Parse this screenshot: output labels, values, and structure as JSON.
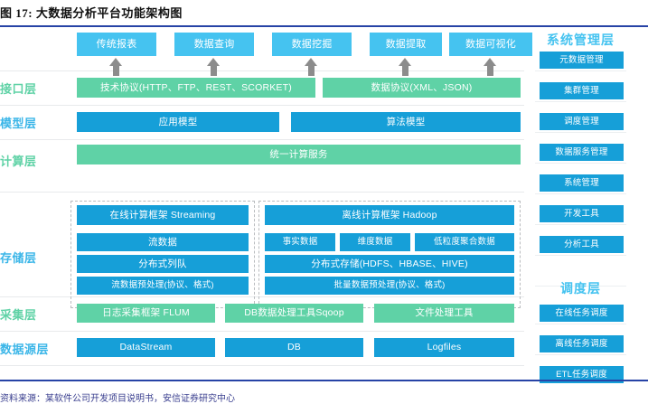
{
  "figure": {
    "title": "图 17: 大数据分析平台功能架构图",
    "caption": "资料来源：某软件公司开发项目说明书，安信证券研究中心"
  },
  "colors": {
    "sky": "#45c3f0",
    "green": "#5fd2a6",
    "blue": "#169fd8",
    "arrow": "#8c8c8c",
    "title": "#111111",
    "caption": "#3a3f8f",
    "border": "#2743a6"
  },
  "application_row": {
    "items": [
      {
        "label": "传统报表"
      },
      {
        "label": "数据查询"
      },
      {
        "label": "数据挖掘"
      },
      {
        "label": "数据提取"
      },
      {
        "label": "数据可视化"
      }
    ]
  },
  "layers": [
    {
      "name": "接口层",
      "color": "green",
      "boxes": [
        {
          "label": "技术协议(HTTP、FTP、REST、SCORKET)"
        },
        {
          "label": "数据协议(XML、JSON)"
        }
      ]
    },
    {
      "name": "模型层",
      "color": "blue",
      "boxes": [
        {
          "label": "应用模型"
        },
        {
          "label": "算法模型"
        }
      ]
    },
    {
      "name": "计算层",
      "color": "green",
      "boxes": [
        {
          "label": "统一计算服务"
        },
        {
          "label": "在线计算框架 Streaming"
        },
        {
          "label": "离线计算框架 Hadoop"
        }
      ]
    },
    {
      "name": "存储层",
      "color": "blue",
      "boxes": [
        {
          "label": "流数据"
        },
        {
          "label": "分布式列队"
        },
        {
          "label": "流数据预处理(协议、格式)"
        },
        {
          "label": "事实数据"
        },
        {
          "label": "维度数据"
        },
        {
          "label": "低粒度聚合数据"
        },
        {
          "label": "分布式存储(HDFS、HBASE、HIVE)"
        },
        {
          "label": "批量数据预处理(协议、格式)"
        }
      ]
    },
    {
      "name": "采集层",
      "color": "green",
      "boxes": [
        {
          "label": "日志采集框架 FLUM"
        },
        {
          "label": "DB数据处理工具Sqoop"
        },
        {
          "label": "文件处理工具"
        }
      ]
    },
    {
      "name": "数据源层",
      "color": "blue",
      "boxes": [
        {
          "label": "DataStream"
        },
        {
          "label": "DB"
        },
        {
          "label": "Logfiles"
        }
      ]
    }
  ],
  "right_columns": [
    {
      "header": "系统管理层",
      "items": [
        {
          "label": "元数据管理"
        },
        {
          "label": "集群管理"
        },
        {
          "label": "调度管理"
        },
        {
          "label": "数据服务管理"
        },
        {
          "label": "系统管理"
        },
        {
          "label": "开发工具"
        },
        {
          "label": "分析工具"
        }
      ]
    },
    {
      "header": "调度层",
      "items": [
        {
          "label": "在线任务调度"
        },
        {
          "label": "离线任务调度"
        },
        {
          "label": "ETL任务调度"
        }
      ]
    }
  ]
}
